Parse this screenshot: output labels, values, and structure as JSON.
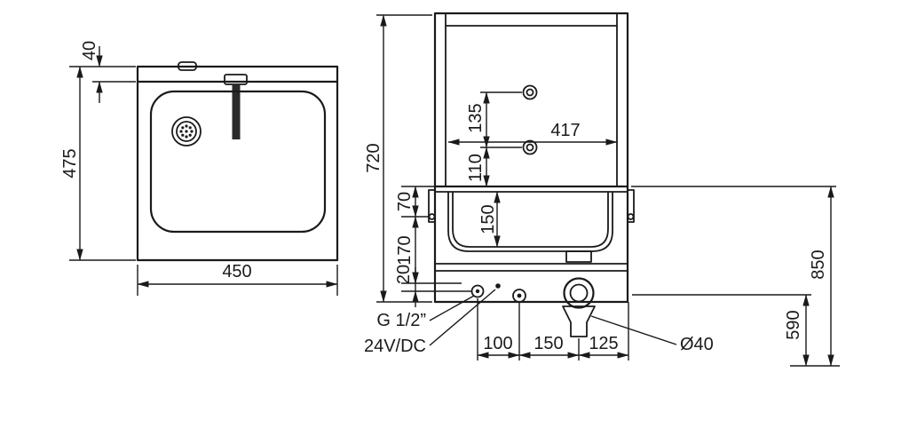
{
  "drawing": {
    "left_view": {
      "dim_ledge": "40",
      "dim_depth": "475",
      "dim_width": "450"
    },
    "front_view": {
      "dim_height": "720",
      "dim_width_inner": "417",
      "dim_upper_hole": "135",
      "dim_lower_hole": "110",
      "dim_basin_depth": "150",
      "dim_rim_to_bracket": "70",
      "dim_bracket_to_connection": "170",
      "dim_connection_offset": "20",
      "dim_floor_to_rim": "850",
      "dim_floor_to_drain": "590",
      "dim_bottom_left": "100",
      "dim_bottom_mid": "150",
      "dim_bottom_right": "125",
      "label_water_connection": "G 1/2”",
      "label_power": "24V/DC",
      "label_drain_diameter": "Ø40"
    }
  },
  "colors": {
    "line": "#1a1a1a",
    "background": "#ffffff"
  }
}
